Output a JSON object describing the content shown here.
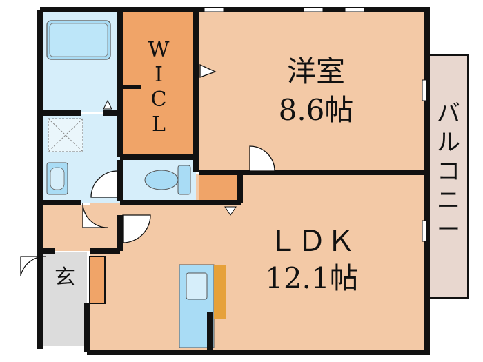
{
  "floorplan": {
    "rooms": {
      "western_room": {
        "name": "洋室",
        "size": "8.6帖"
      },
      "ldk": {
        "name": "ＬＤＫ",
        "size": "12.1帖"
      },
      "walk_in_closet": {
        "name": "W\nI\nC\nL"
      },
      "balcony": {
        "name": "バ\nル\nコ\nニ\nー"
      },
      "entrance": {
        "name": "玄"
      }
    },
    "colors": {
      "room_floor": "#f3c9a6",
      "closet": "#f0a468",
      "water_area": "#d6eefa",
      "fixture": "#a9dcf5",
      "balcony": "#e8d7cf",
      "kitchen_counter": "#e6a13a",
      "entrance_floor": "#dcdcdc",
      "wall": "#111111"
    }
  }
}
